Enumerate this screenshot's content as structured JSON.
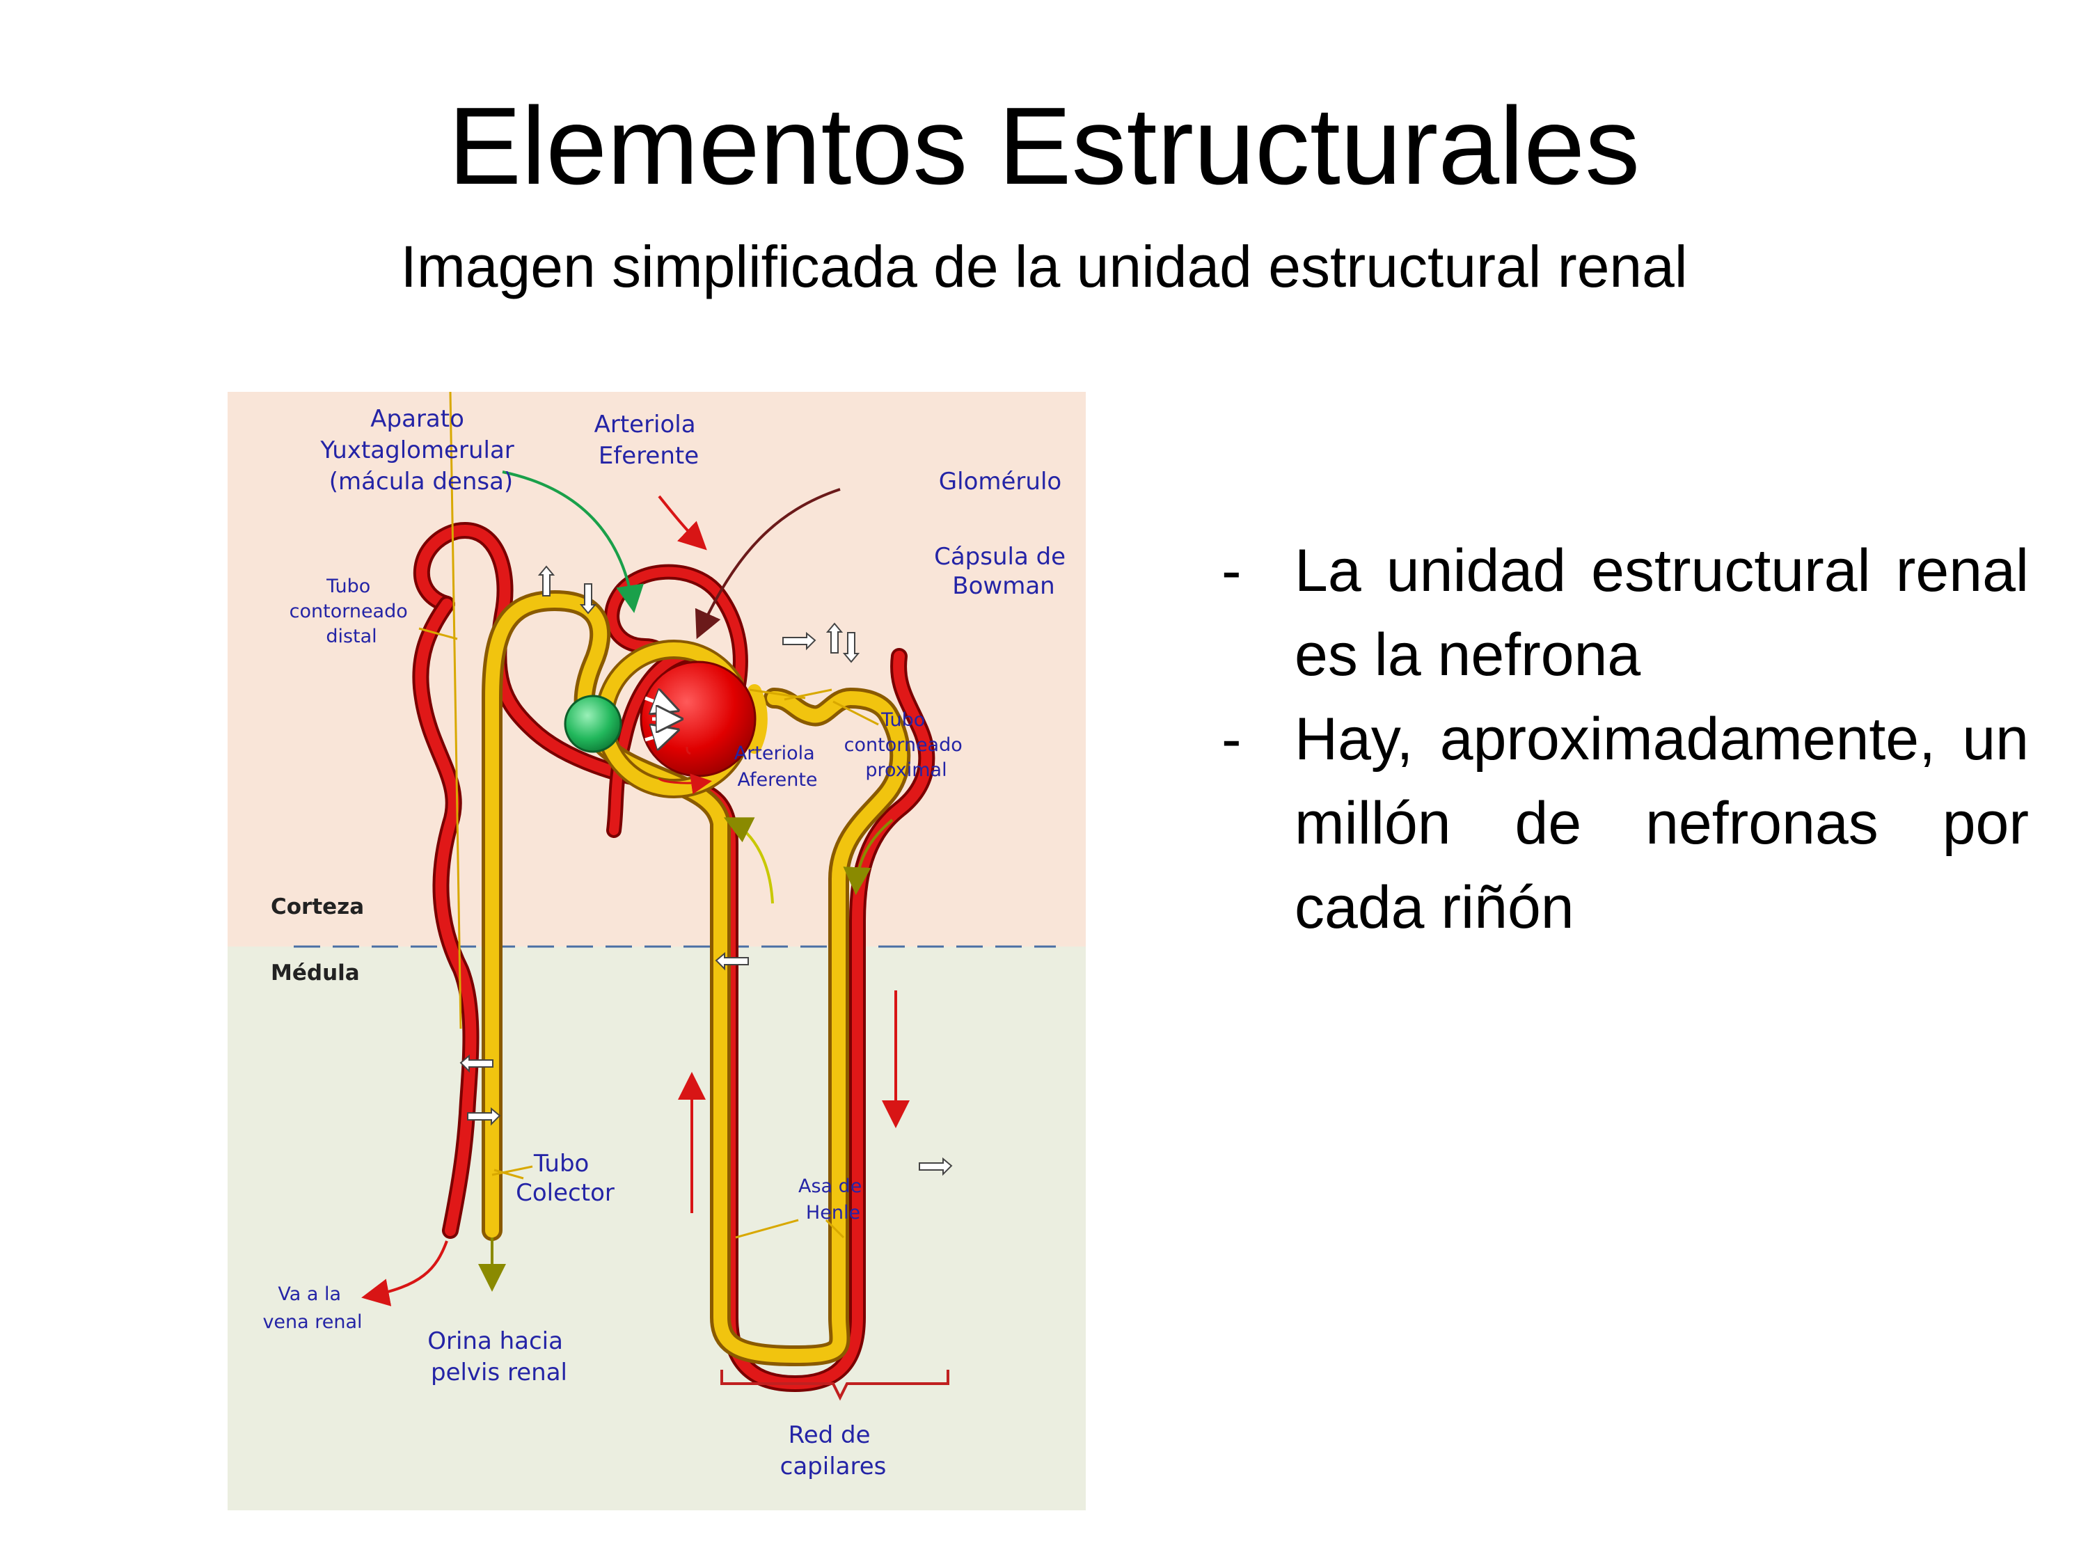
{
  "slide": {
    "title": "Elementos Estructurales",
    "subtitle": "Imagen simplificada de la unidad estructural renal"
  },
  "diagram": {
    "labels": {
      "aparato": [
        "Aparato",
        "Yuxtaglomerular",
        "(mácula densa)"
      ],
      "arteriola_eferente": [
        "Arteriola",
        "Eferente"
      ],
      "glomerulo": "Glomérulo",
      "capsula": [
        "Cápsula de",
        "Bowman"
      ],
      "tubo_distal": [
        "Tubo",
        "contorneado",
        "distal"
      ],
      "tubo_proximal": [
        "Tubo",
        "contorneado",
        "proximal"
      ],
      "arteriola_aferente": [
        "Arteriola",
        "Aferente"
      ],
      "corteza": "Corteza",
      "medula": "Médula",
      "tubo_colector": [
        "Tubo",
        "Colector"
      ],
      "asa_henle": [
        "Asa de",
        "Henle"
      ],
      "va_vena": [
        "Va a la",
        "vena renal"
      ],
      "orina": [
        "Orina hacia",
        "pelvis renal"
      ],
      "red_capilares": [
        "Red de",
        "capilares"
      ]
    },
    "colors": {
      "cortex_bg": "#f9e5d8",
      "medulla_bg": "#ebeee0",
      "tubule": "#e0a800",
      "vessel": "#d81515",
      "label_text": "#2424a6",
      "macula_densa": "#2ec46a"
    }
  },
  "bullets": [
    {
      "dash": "-",
      "text": "La unidad estructural renal es la nefrona"
    },
    {
      "dash": "-",
      "text": "Hay, aproximadamente, un millón de nefronas por cada riñón"
    }
  ]
}
